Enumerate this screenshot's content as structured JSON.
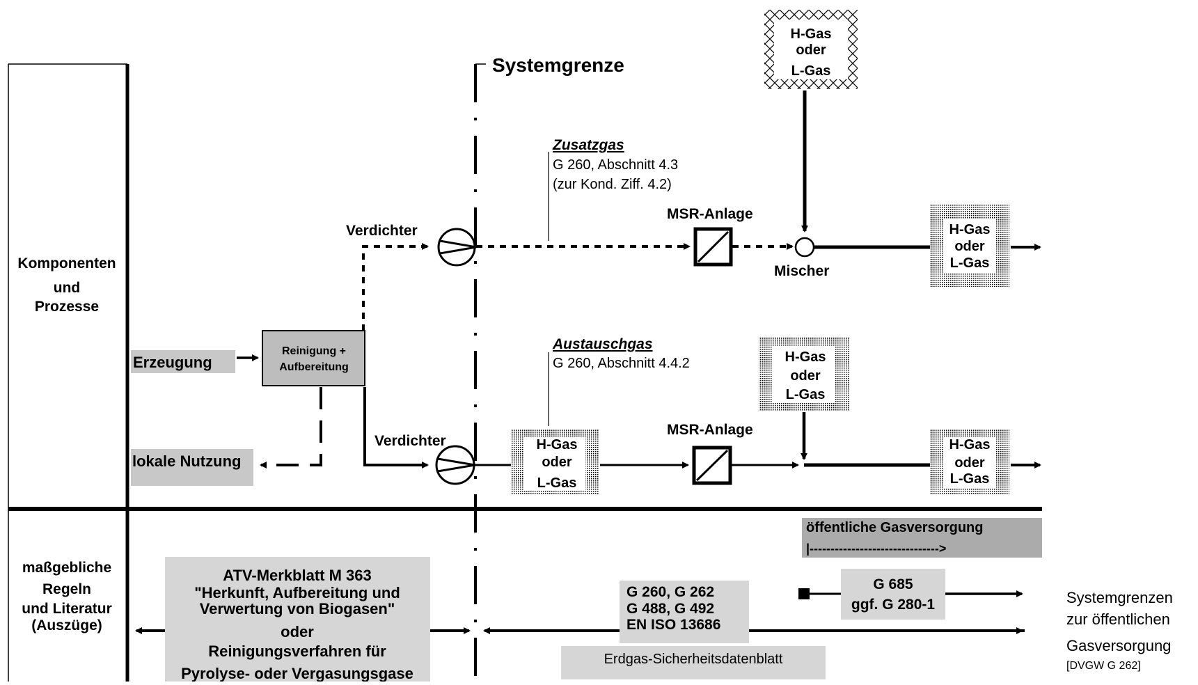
{
  "rows": {
    "components": [
      "Komponenten",
      "und",
      "Prozesse"
    ],
    "rules": [
      "maßgebliche",
      "Regeln",
      "und Literatur",
      "(Auszüge)"
    ]
  },
  "system_boundary": "Systemgrenze",
  "sources": {
    "erzeugung": "Erzeugung",
    "reinigung": [
      "Reinigung +",
      "Aufbereitung"
    ],
    "lokale_nutzung": "lokale Nutzung"
  },
  "zusatzgas": {
    "title": "Zusatzgas",
    "ref1": "G 260, Abschnitt 4.3",
    "ref2": "(zur Kond. Ziff. 4.2)"
  },
  "austauschgas": {
    "title": "Austauschgas",
    "ref1": "G 260, Abschnitt 4.4.2"
  },
  "components": {
    "verdichter": "Verdichter",
    "msr": "MSR-Anlage",
    "mischer": "Mischer",
    "gas_box": [
      "H-Gas",
      "oder",
      "L-Gas"
    ]
  },
  "public_supply": {
    "label": "öffentliche Gasversorgung",
    "arrow_text": "|------------------------------->"
  },
  "rules_boxes": {
    "atv": [
      "ATV-Merkblatt M 363",
      "\"Herkunft, Aufbereitung und",
      "Verwertung von Biogasen\"",
      "oder",
      "Reinigungsverfahren für",
      "Pyrolyse- oder Vergasungsgase"
    ],
    "g260": [
      "G 260, G 262",
      "G 488, G 492",
      "EN ISO 13686"
    ],
    "g685": [
      "G 685",
      "ggf. G 280-1"
    ],
    "erdgas": "Erdgas-Sicherheitsdatenblatt"
  },
  "footnote": {
    "lines": [
      "Systemgrenzen",
      "zur öffentlichen",
      "Gasversorgung"
    ],
    "source": "[DVGW G 262]"
  },
  "colors": {
    "gray_box": "#c8c8c8",
    "light_gray_box": "#d6d6d6",
    "dark_gray_box": "#ababab",
    "reinigung_box": "#bdbdbd",
    "line": "#000000"
  }
}
